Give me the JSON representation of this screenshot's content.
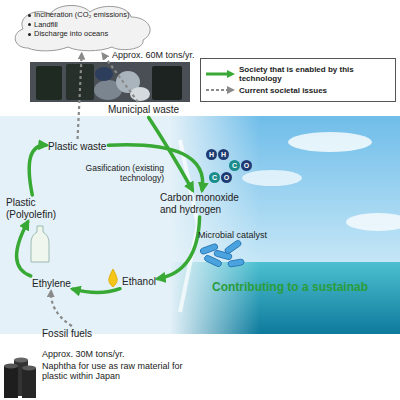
{
  "diagram": {
    "nodes": [
      {
        "text": [
          "Incineration (CO₂ emissions)",
          "Landfill",
          "Discharge into oceans"
        ]
      },
      {
        "text": [
          "Municipal waste"
        ]
      },
      {
        "text": [
          "Plastic waste"
        ]
      },
      {
        "text": [
          "Carbon monoxide and hydrogen"
        ]
      },
      {
        "text": [
          "Ethanol"
        ]
      },
      {
        "text": [
          "Ethylene"
        ]
      },
      {
        "text": [
          "Plastic (Polyolefin)"
        ]
      },
      {
        "text": [
          "Fossil fuels",
          "Approx. 30M tons/yr.",
          "Naphtha for use as raw material for plastic within Japan"
        ]
      }
    ],
    "edges": [
      {
        "from": 2,
        "to": 0,
        "arrow": "to"
      },
      {
        "from": 1,
        "to": 0,
        "arrow": "to"
      },
      {
        "from": 2,
        "to": 3,
        "arrow": "to",
        "label": "Gasification (existing technology)"
      },
      {
        "from": 1,
        "to": 3,
        "arrow": "to"
      },
      {
        "from": 3,
        "to": 4,
        "arrow": "to"
      },
      {
        "from": 4,
        "to": 5,
        "arrow": "to"
      },
      {
        "from": 5,
        "to": 6,
        "arrow": "to"
      },
      {
        "from": 6,
        "to": 2,
        "arrow": "to"
      },
      {
        "from": 7,
        "to": 5,
        "arrow": "to"
      }
    ],
    "labels": [
      "Approx. 60M tons/yr.",
      "H",
      "H",
      "C",
      "O",
      "C",
      "O",
      "Microbial catalyst",
      "Contributing to a sustainab"
    ],
    "legend": [
      {
        "text": "Society that is enabled by this technology"
      },
      {
        "text": "Current societal issues"
      }
    ]
  }
}
